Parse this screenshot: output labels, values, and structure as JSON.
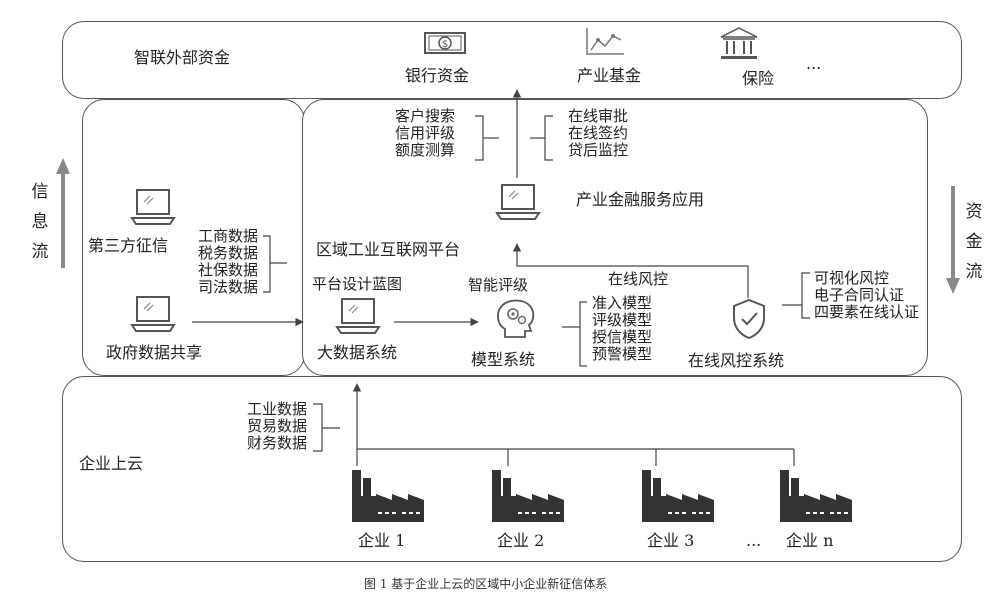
{
  "external_funds": {
    "title": "智联外部资金",
    "bank": "银行资金",
    "fund": "产业基金",
    "insurance": "保险",
    "more": "..."
  },
  "side_left": [
    "信",
    "息",
    "流"
  ],
  "side_right": [
    "资",
    "金",
    "流"
  ],
  "credit": {
    "third_party": "第三方征信",
    "gov_data": "政府数据共享",
    "data_items": [
      "工商数据",
      "税务数据",
      "社保数据",
      "司法数据"
    ]
  },
  "platform": {
    "title": "区域工业互联网平台",
    "blueprint": "平台设计蓝图",
    "big_data": "大数据系统",
    "smart_rating": "智能评级",
    "model_system": "模型系统",
    "models": [
      "准入模型",
      "评级模型",
      "授信模型",
      "预警模型"
    ],
    "online_risk": "在线风控",
    "risk_system": "在线风控系统",
    "risk_items": [
      "可视化风控",
      "电子合同认证",
      "四要素在线认证"
    ],
    "service_app": "产业金融服务应用",
    "service_left": [
      "客户搜索",
      "信用评级",
      "额度测算"
    ],
    "service_right": [
      "在线审批",
      "在线签约",
      "贷后监控"
    ]
  },
  "enterprise": {
    "title": "企业上云",
    "data_items": [
      "工业数据",
      "贸易数据",
      "财务数据"
    ],
    "companies": [
      "企业 1",
      "企业 2",
      "企业 3",
      "企业 n"
    ],
    "more": "..."
  },
  "caption": "图 1 基于企业上云的区域中小企业新征信体系"
}
